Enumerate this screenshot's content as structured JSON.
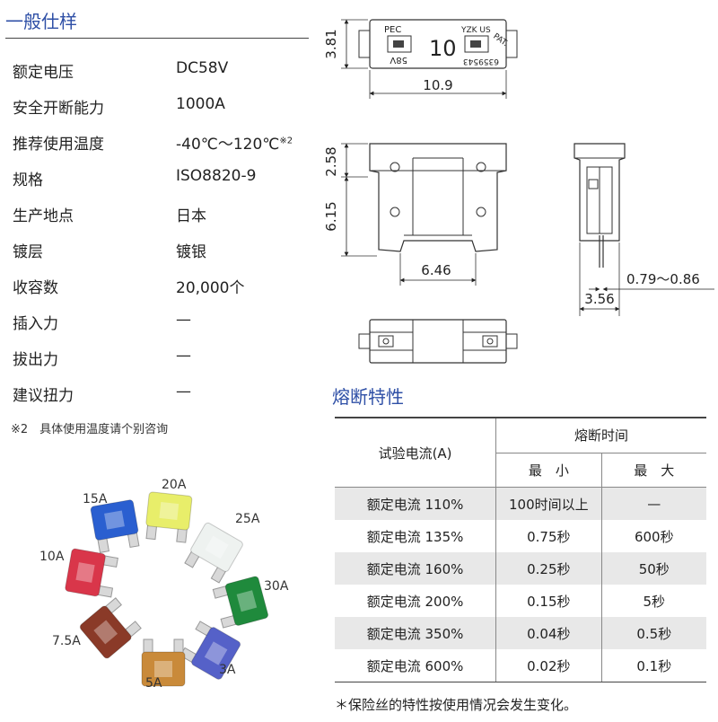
{
  "general": {
    "title": "一般仕样",
    "rows": [
      {
        "label": "额定电压",
        "value": "DC58V"
      },
      {
        "label": "安全开断能力",
        "value": "1000A"
      },
      {
        "label": "推荐使用温度",
        "value": "-40℃～120℃",
        "sup": "※2"
      },
      {
        "label": "规格",
        "value": "ISO8820-9"
      },
      {
        "label": "生产地点",
        "value": "日本"
      },
      {
        "label": "镀层",
        "value": "镀银"
      },
      {
        "label": "收容数",
        "value": "20,000个"
      },
      {
        "label": "插入力",
        "value": "—"
      },
      {
        "label": "拔出力",
        "value": "—"
      },
      {
        "label": "建议扭力",
        "value": "—"
      }
    ],
    "footnote": "※2　具体使用温度请个别咨询"
  },
  "drawing": {
    "top_view": {
      "height_dim": "3.81",
      "width_dim": "10.9",
      "mark_left": "PEC",
      "mark_rating": "10",
      "mark_voltage": "58V",
      "mark_brand": "YZK US",
      "mark_pat": "PAT.",
      "mark_number": "6359543"
    },
    "front_view": {
      "upper_dim": "2.58",
      "lower_dim": "6.15",
      "width_dim": "6.46"
    },
    "side_view": {
      "thickness_dim": "3.56",
      "terminal_dim": "0.79～0.86"
    }
  },
  "fusing": {
    "title": "熔断特性",
    "col_current": "试验电流(A)",
    "col_time": "熔断时间",
    "col_min": "最　小",
    "col_max": "最　大",
    "rows": [
      {
        "current": "额定电流 110%",
        "min": "100时间以上",
        "max": "—"
      },
      {
        "current": "额定电流 135%",
        "min": "0.75秒",
        "max": "600秒"
      },
      {
        "current": "额定电流 160%",
        "min": "0.25秒",
        "max": "50秒"
      },
      {
        "current": "额定电流 200%",
        "min": "0.15秒",
        "max": "5秒"
      },
      {
        "current": "额定电流 350%",
        "min": "0.04秒",
        "max": "0.5秒"
      },
      {
        "current": "额定电流 600%",
        "min": "0.02秒",
        "max": "0.1秒"
      }
    ],
    "note": "＊保险丝的特性按使用情况会发生变化。"
  },
  "photo": {
    "fuses": [
      {
        "label": "15A",
        "color": "#2a5fd0"
      },
      {
        "label": "20A",
        "color": "#e8ee6a"
      },
      {
        "label": "25A",
        "color": "#eef2f0"
      },
      {
        "label": "30A",
        "color": "#1f8a3c"
      },
      {
        "label": "3A",
        "color": "#5561c8"
      },
      {
        "label": "5A",
        "color": "#c98a3a"
      },
      {
        "label": "7.5A",
        "color": "#8a3a28"
      },
      {
        "label": "10A",
        "color": "#d9364a"
      }
    ]
  }
}
